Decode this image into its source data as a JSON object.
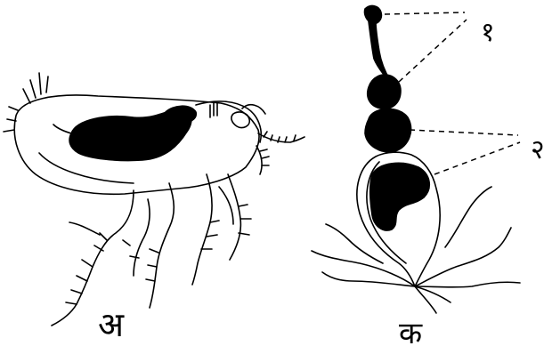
{
  "figure": {
    "label_left": "अ",
    "label_right": "क",
    "callout_1": "१",
    "callout_2": "२"
  },
  "colors": {
    "ink": "#000000",
    "paper": "#ffffff"
  }
}
